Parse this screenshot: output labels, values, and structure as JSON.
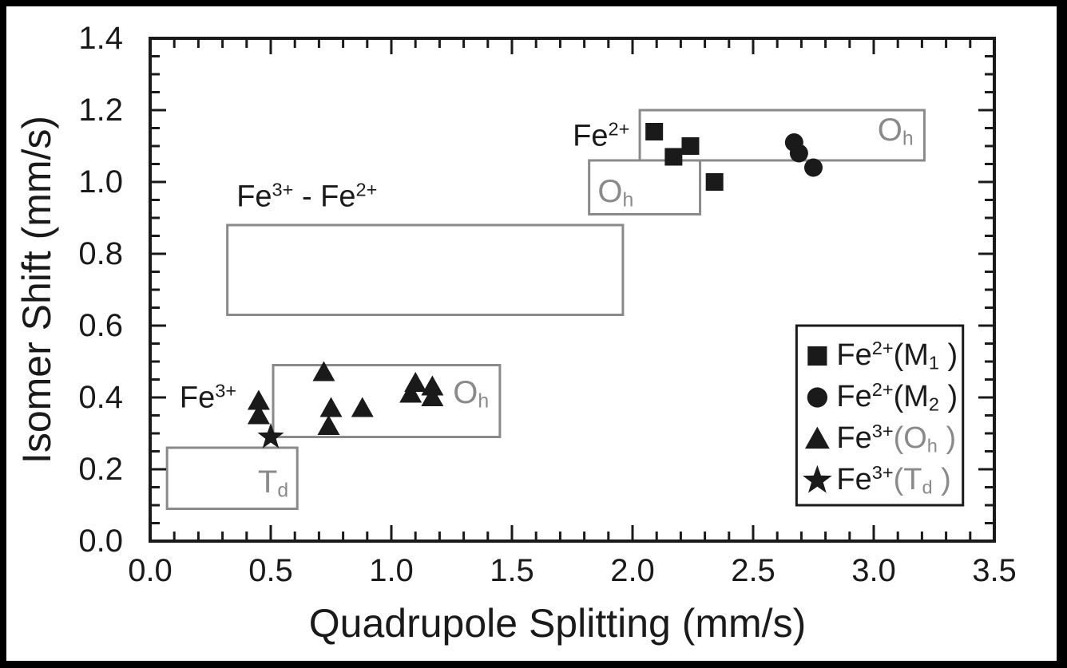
{
  "figure": {
    "background": "#000000",
    "canvas_color": "#ffffff"
  },
  "colors": {
    "marker": "#1a1a1a",
    "axis": "#1a1a1a",
    "region_stroke": "#8a8a8a",
    "gray_text": "#8a8a8a",
    "black_text": "#1a1a1a",
    "legend_border": "#1a1a1a"
  },
  "chart_data": {
    "type": "scatter",
    "title": "",
    "xlabel": "Quadrupole Splitting (mm/s)",
    "ylabel": "Isomer Shift (mm/s)",
    "xlim": [
      0,
      3.5
    ],
    "ylim": [
      0,
      1.4
    ],
    "grid": false,
    "x_major_ticks": [
      0,
      0.5,
      1.0,
      1.5,
      2.0,
      2.5,
      3.0,
      3.5
    ],
    "x_tick_labels": [
      "0.0",
      "0.5",
      "1.0",
      "1.5",
      "2.0",
      "2.5",
      "3.0",
      "3.5"
    ],
    "x_minor_step": 0.1,
    "y_major_ticks": [
      0,
      0.2,
      0.4,
      0.6,
      0.8,
      1.0,
      1.2,
      1.4
    ],
    "y_tick_labels": [
      "0.0",
      "0.2",
      "0.4",
      "0.6",
      "0.8",
      "1.0",
      "1.2",
      "1.4"
    ],
    "y_minor_step": 0.05,
    "series": [
      {
        "name": "Fe2+(M1)",
        "marker": "square",
        "points": [
          [
            2.09,
            1.14
          ],
          [
            2.17,
            1.07
          ],
          [
            2.24,
            1.1
          ],
          [
            2.34,
            1.0
          ]
        ]
      },
      {
        "name": "Fe2+(M2)",
        "marker": "circle",
        "points": [
          [
            2.67,
            1.11
          ],
          [
            2.69,
            1.08
          ],
          [
            2.75,
            1.04
          ]
        ]
      },
      {
        "name": "Fe3+(Oh)",
        "marker": "triangle",
        "points": [
          [
            0.45,
            0.39
          ],
          [
            0.45,
            0.35
          ],
          [
            0.72,
            0.47
          ],
          [
            0.74,
            0.32
          ],
          [
            0.75,
            0.37
          ],
          [
            0.88,
            0.37
          ],
          [
            1.08,
            0.41
          ],
          [
            1.1,
            0.44
          ],
          [
            1.17,
            0.43
          ],
          [
            1.17,
            0.4
          ]
        ]
      },
      {
        "name": "Fe3+(Td)",
        "marker": "star",
        "points": [
          [
            0.5,
            0.29
          ]
        ]
      }
    ],
    "regions": [
      {
        "id": "fe2-oh-upper",
        "x0": 2.03,
        "x1": 3.21,
        "y0": 1.06,
        "y1": 1.2
      },
      {
        "id": "fe2-oh-lower",
        "x0": 1.82,
        "x1": 2.28,
        "y0": 0.91,
        "y1": 1.06
      },
      {
        "id": "fe3-fe2-mixed",
        "x0": 0.32,
        "x1": 1.96,
        "y0": 0.63,
        "y1": 0.88
      },
      {
        "id": "fe3-oh",
        "x0": 0.51,
        "x1": 1.45,
        "y0": 0.29,
        "y1": 0.49
      },
      {
        "id": "fe3-td",
        "x0": 0.07,
        "x1": 0.61,
        "y0": 0.09,
        "y1": 0.26
      }
    ],
    "annotations": [
      {
        "id": "fe2-site-label",
        "x": 1.87,
        "y": 1.13,
        "color": "black",
        "segments": [
          {
            "t": "Fe"
          },
          {
            "t": "2+",
            "sup": true
          }
        ]
      },
      {
        "id": "fe3-site-label",
        "x": 0.24,
        "y": 0.4,
        "color": "black",
        "segments": [
          {
            "t": "Fe"
          },
          {
            "t": "3+",
            "sup": true
          }
        ]
      },
      {
        "id": "mixed-valence-label",
        "x": 0.65,
        "y": 0.96,
        "color": "black",
        "segments": [
          {
            "t": "Fe"
          },
          {
            "t": "3+",
            "sup": true
          },
          {
            "t": " - Fe"
          },
          {
            "t": "2+",
            "sup": true
          }
        ]
      },
      {
        "id": "oh-upper-label",
        "x": 3.09,
        "y": 1.14,
        "color": "gray",
        "segments": [
          {
            "t": "O"
          },
          {
            "t": "h",
            "sub": true
          }
        ]
      },
      {
        "id": "oh-mid-label",
        "x": 1.93,
        "y": 0.97,
        "color": "gray",
        "segments": [
          {
            "t": "O"
          },
          {
            "t": "h",
            "sub": true
          }
        ]
      },
      {
        "id": "oh-lower-label",
        "x": 1.33,
        "y": 0.41,
        "color": "gray",
        "segments": [
          {
            "t": "O"
          },
          {
            "t": "h",
            "sub": true
          }
        ]
      },
      {
        "id": "td-label",
        "x": 0.51,
        "y": 0.16,
        "color": "gray",
        "segments": [
          {
            "t": "T"
          },
          {
            "t": "d",
            "sub": true
          }
        ]
      }
    ],
    "legend": {
      "position": "lower right",
      "box": {
        "x0": 2.68,
        "x1": 3.37,
        "y0": 0.1,
        "y1": 0.6
      },
      "entries": [
        {
          "marker": "square",
          "segments": [
            {
              "t": "Fe"
            },
            {
              "t": "2+",
              "sup": true
            },
            {
              "t": "(M"
            },
            {
              "t": "1",
              "sub": true
            },
            {
              "t": " )"
            }
          ]
        },
        {
          "marker": "circle",
          "segments": [
            {
              "t": "Fe"
            },
            {
              "t": "2+",
              "sup": true
            },
            {
              "t": "(M"
            },
            {
              "t": "2",
              "sub": true
            },
            {
              "t": " )"
            }
          ]
        },
        {
          "marker": "triangle",
          "segments": [
            {
              "t": "Fe"
            },
            {
              "t": "3+",
              "sup": true
            },
            {
              "t": "(O",
              "gray": true
            },
            {
              "t": "h",
              "sub": true,
              "gray": true
            },
            {
              "t": " )",
              "gray": true
            }
          ]
        },
        {
          "marker": "star",
          "segments": [
            {
              "t": "Fe"
            },
            {
              "t": "3+",
              "sup": true
            },
            {
              "t": "(T",
              "gray": true
            },
            {
              "t": "d",
              "sub": true,
              "gray": true
            },
            {
              "t": " )",
              "gray": true
            }
          ]
        }
      ]
    }
  }
}
